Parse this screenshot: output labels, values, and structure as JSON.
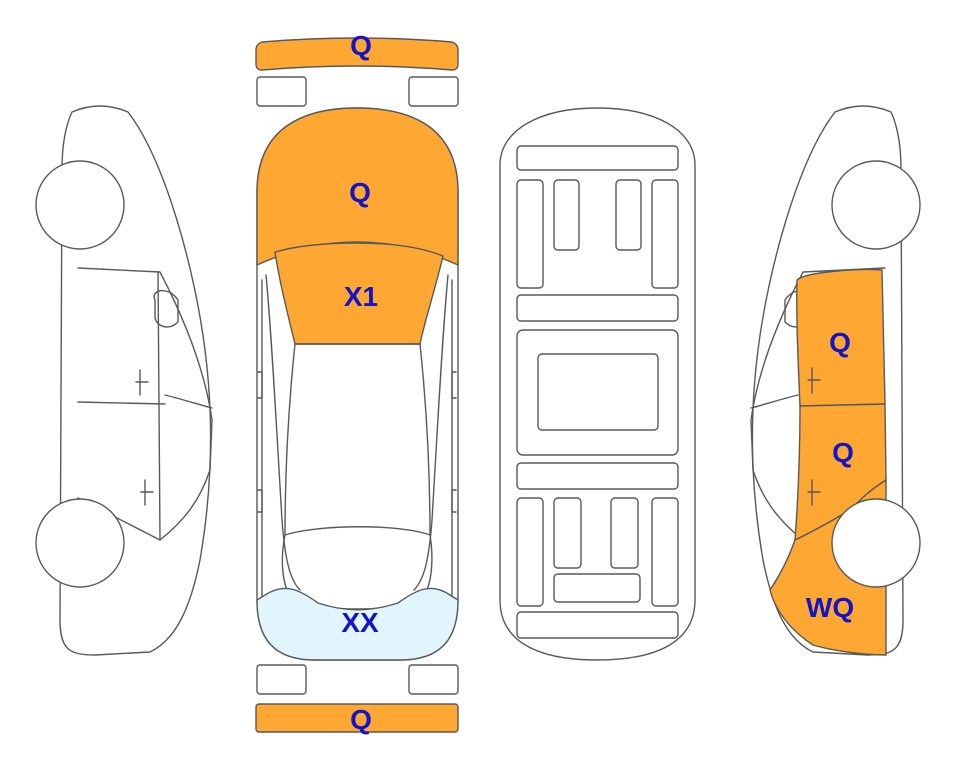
{
  "colors": {
    "damage_orange": "#FFA733",
    "glass_tint": "#E1F5FC",
    "label_blue": "#1414C8",
    "outline": "#595959"
  },
  "labels": {
    "front_bumper": "Q",
    "hood": "Q",
    "windshield": "X1",
    "rear_window": "XX",
    "rear_bumper": "Q",
    "right_front_door": "Q",
    "right_rear_door": "Q",
    "right_rear_quarter": "WQ"
  }
}
